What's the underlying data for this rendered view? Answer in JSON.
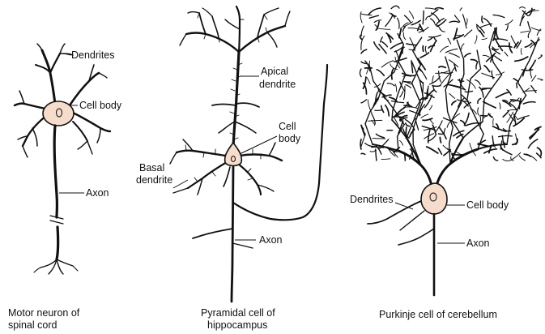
{
  "colors": {
    "ink": "#111111",
    "soma_fill": "#f5dccb",
    "background": "#ffffff"
  },
  "neurons": [
    {
      "caption_line1": "Motor neuron of",
      "caption_line2": "spinal cord",
      "labels": {
        "dendrites": "Dendrites",
        "cell_body": "Cell body",
        "axon": "Axon"
      }
    },
    {
      "caption_line1": "Pyramidal cell of",
      "caption_line2": "hippocampus",
      "labels": {
        "apical_line1": "Apical",
        "apical_line2": "dendrite",
        "cell_line1": "Cell",
        "cell_line2": "body",
        "basal_line1": "Basal",
        "basal_line2": "dendrite",
        "axon": "Axon"
      }
    },
    {
      "caption_line1": "Purkinje cell of cerebellum",
      "labels": {
        "dendrites": "Dendrites",
        "cell_body": "Cell body",
        "axon": "Axon"
      }
    }
  ]
}
